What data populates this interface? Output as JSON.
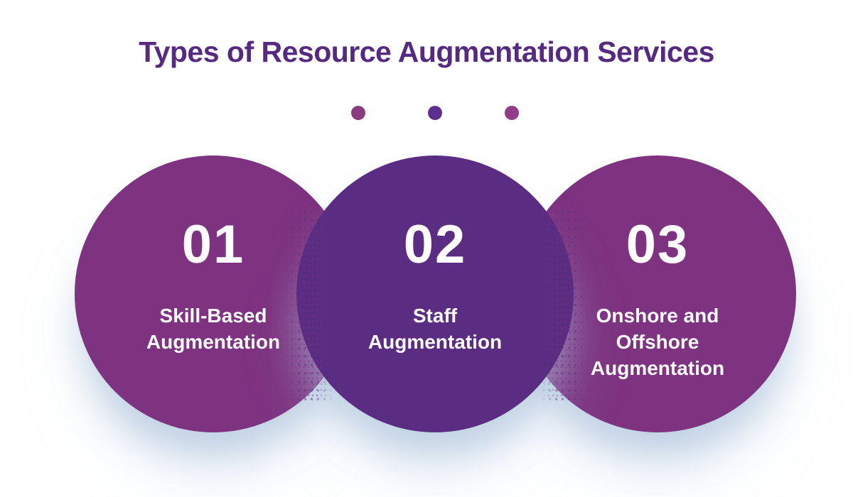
{
  "title": {
    "text": "Types of Resource Augmentation Services",
    "color": "#562a80"
  },
  "decorative_dots": [
    {
      "color": "#8b3c81"
    },
    {
      "color": "#5d3090"
    },
    {
      "color": "#903c88"
    }
  ],
  "items": [
    {
      "number": "01",
      "label": "Skill-Based Augmentation",
      "circle_color": "#7d3380",
      "text_color": "#ffffff"
    },
    {
      "number": "02",
      "label": "Staff Augmentation",
      "circle_color": "#5a2d82",
      "text_color": "#ffffff"
    },
    {
      "number": "03",
      "label": "Onshore and Offshore Augmentation",
      "circle_color": "#7d3380",
      "text_color": "#ffffff"
    }
  ],
  "colors": {
    "background": "#ffffff",
    "shadow_glow": "#a3bad6"
  }
}
